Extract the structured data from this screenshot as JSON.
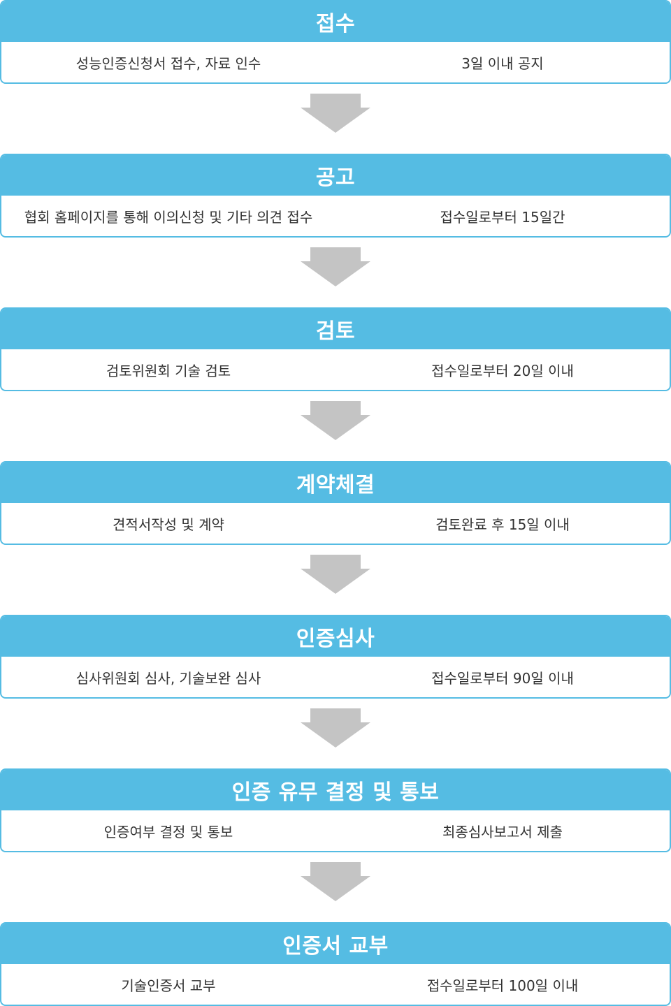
{
  "colors": {
    "accent": "#55bce3",
    "arrow": "#c4c4c4",
    "text": "#333333"
  },
  "steps": [
    {
      "title": "접수",
      "description": "성능인증신청서 접수, 자료 인수",
      "duration": "3일 이내 공지"
    },
    {
      "title": "공고",
      "description": "협회 홈페이지를 통해 이의신청 및 기타 의견 접수",
      "duration": "접수일로부터 15일간"
    },
    {
      "title": "검토",
      "description": "검토위원회 기술 검토",
      "duration": "접수일로부터 20일 이내"
    },
    {
      "title": "계약체결",
      "description": "견적서작성 및 계약",
      "duration": "검토완료 후 15일 이내"
    },
    {
      "title": "인증심사",
      "description": "심사위원회 심사, 기술보완 심사",
      "duration": "접수일로부터 90일 이내"
    },
    {
      "title": "인증 유무 결정 및 통보",
      "description": "인증여부 결정 및 통보",
      "duration": "최종심사보고서 제출"
    },
    {
      "title": "인증서 교부",
      "description": "기술인증서 교부",
      "duration": "접수일로부터 100일 이내"
    }
  ]
}
